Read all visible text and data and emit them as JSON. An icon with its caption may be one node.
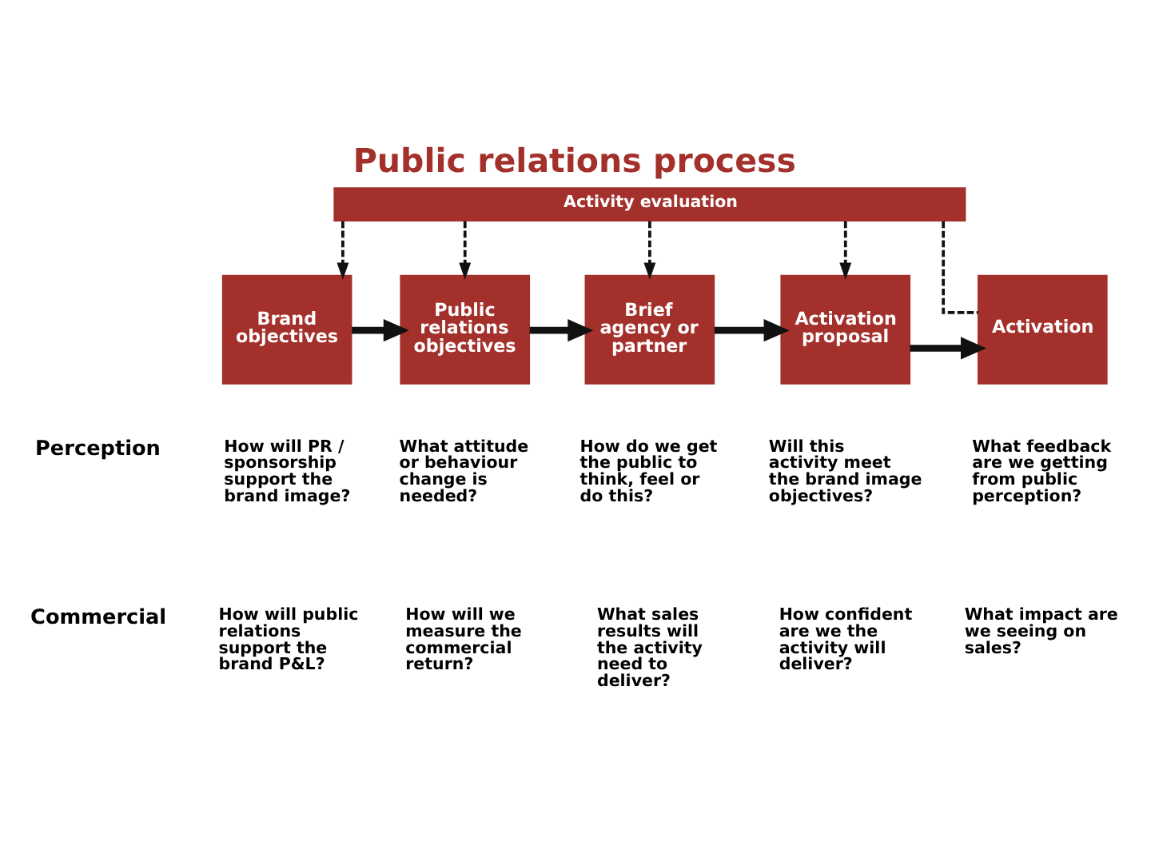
{
  "diagram": {
    "title": "Public relations process",
    "nodes": [
      {
        "text": [
          "Activity evaluation"
        ]
      },
      {
        "text": [
          "Brand objectives"
        ]
      },
      {
        "text": [
          "Public relations objectives"
        ]
      },
      {
        "text": [
          "Brief agency or partner"
        ]
      },
      {
        "text": [
          "Activation proposal"
        ]
      },
      {
        "text": [
          "Activation"
        ]
      }
    ],
    "edges": [
      {
        "from": 0,
        "to": 1,
        "arrow": "to",
        "style": "dashed"
      },
      {
        "from": 0,
        "to": 2,
        "arrow": "to",
        "style": "dashed"
      },
      {
        "from": 0,
        "to": 3,
        "arrow": "to",
        "style": "dashed"
      },
      {
        "from": 0,
        "to": 4,
        "arrow": "to",
        "style": "dashed"
      },
      {
        "from": 0,
        "to": 5,
        "arrow": "none",
        "style": "dashed"
      },
      {
        "from": 1,
        "to": 2,
        "arrow": "to",
        "style": "thick"
      },
      {
        "from": 2,
        "to": 3,
        "arrow": "to",
        "style": "thick"
      },
      {
        "from": 3,
        "to": 4,
        "arrow": "to",
        "style": "thick"
      },
      {
        "from": 4,
        "to": 5,
        "arrow": "to",
        "style": "thick"
      }
    ],
    "labels": [
      "Perception",
      "How will PR / sponsorship support the brand image?",
      "What attitude or behaviour change is needed?",
      "How do we get the public to think, feel or do this?",
      "Will this activity meet the brand image objectives?",
      "What feedback are we getting from public perception?",
      "Commercial",
      "How will public relations support the brand P&L?",
      "How will we measure the commercial return?",
      "What sales results will the activity need to deliver?",
      "How confident are we the activity will deliver?",
      "What impact are we seeing on sales?"
    ]
  }
}
